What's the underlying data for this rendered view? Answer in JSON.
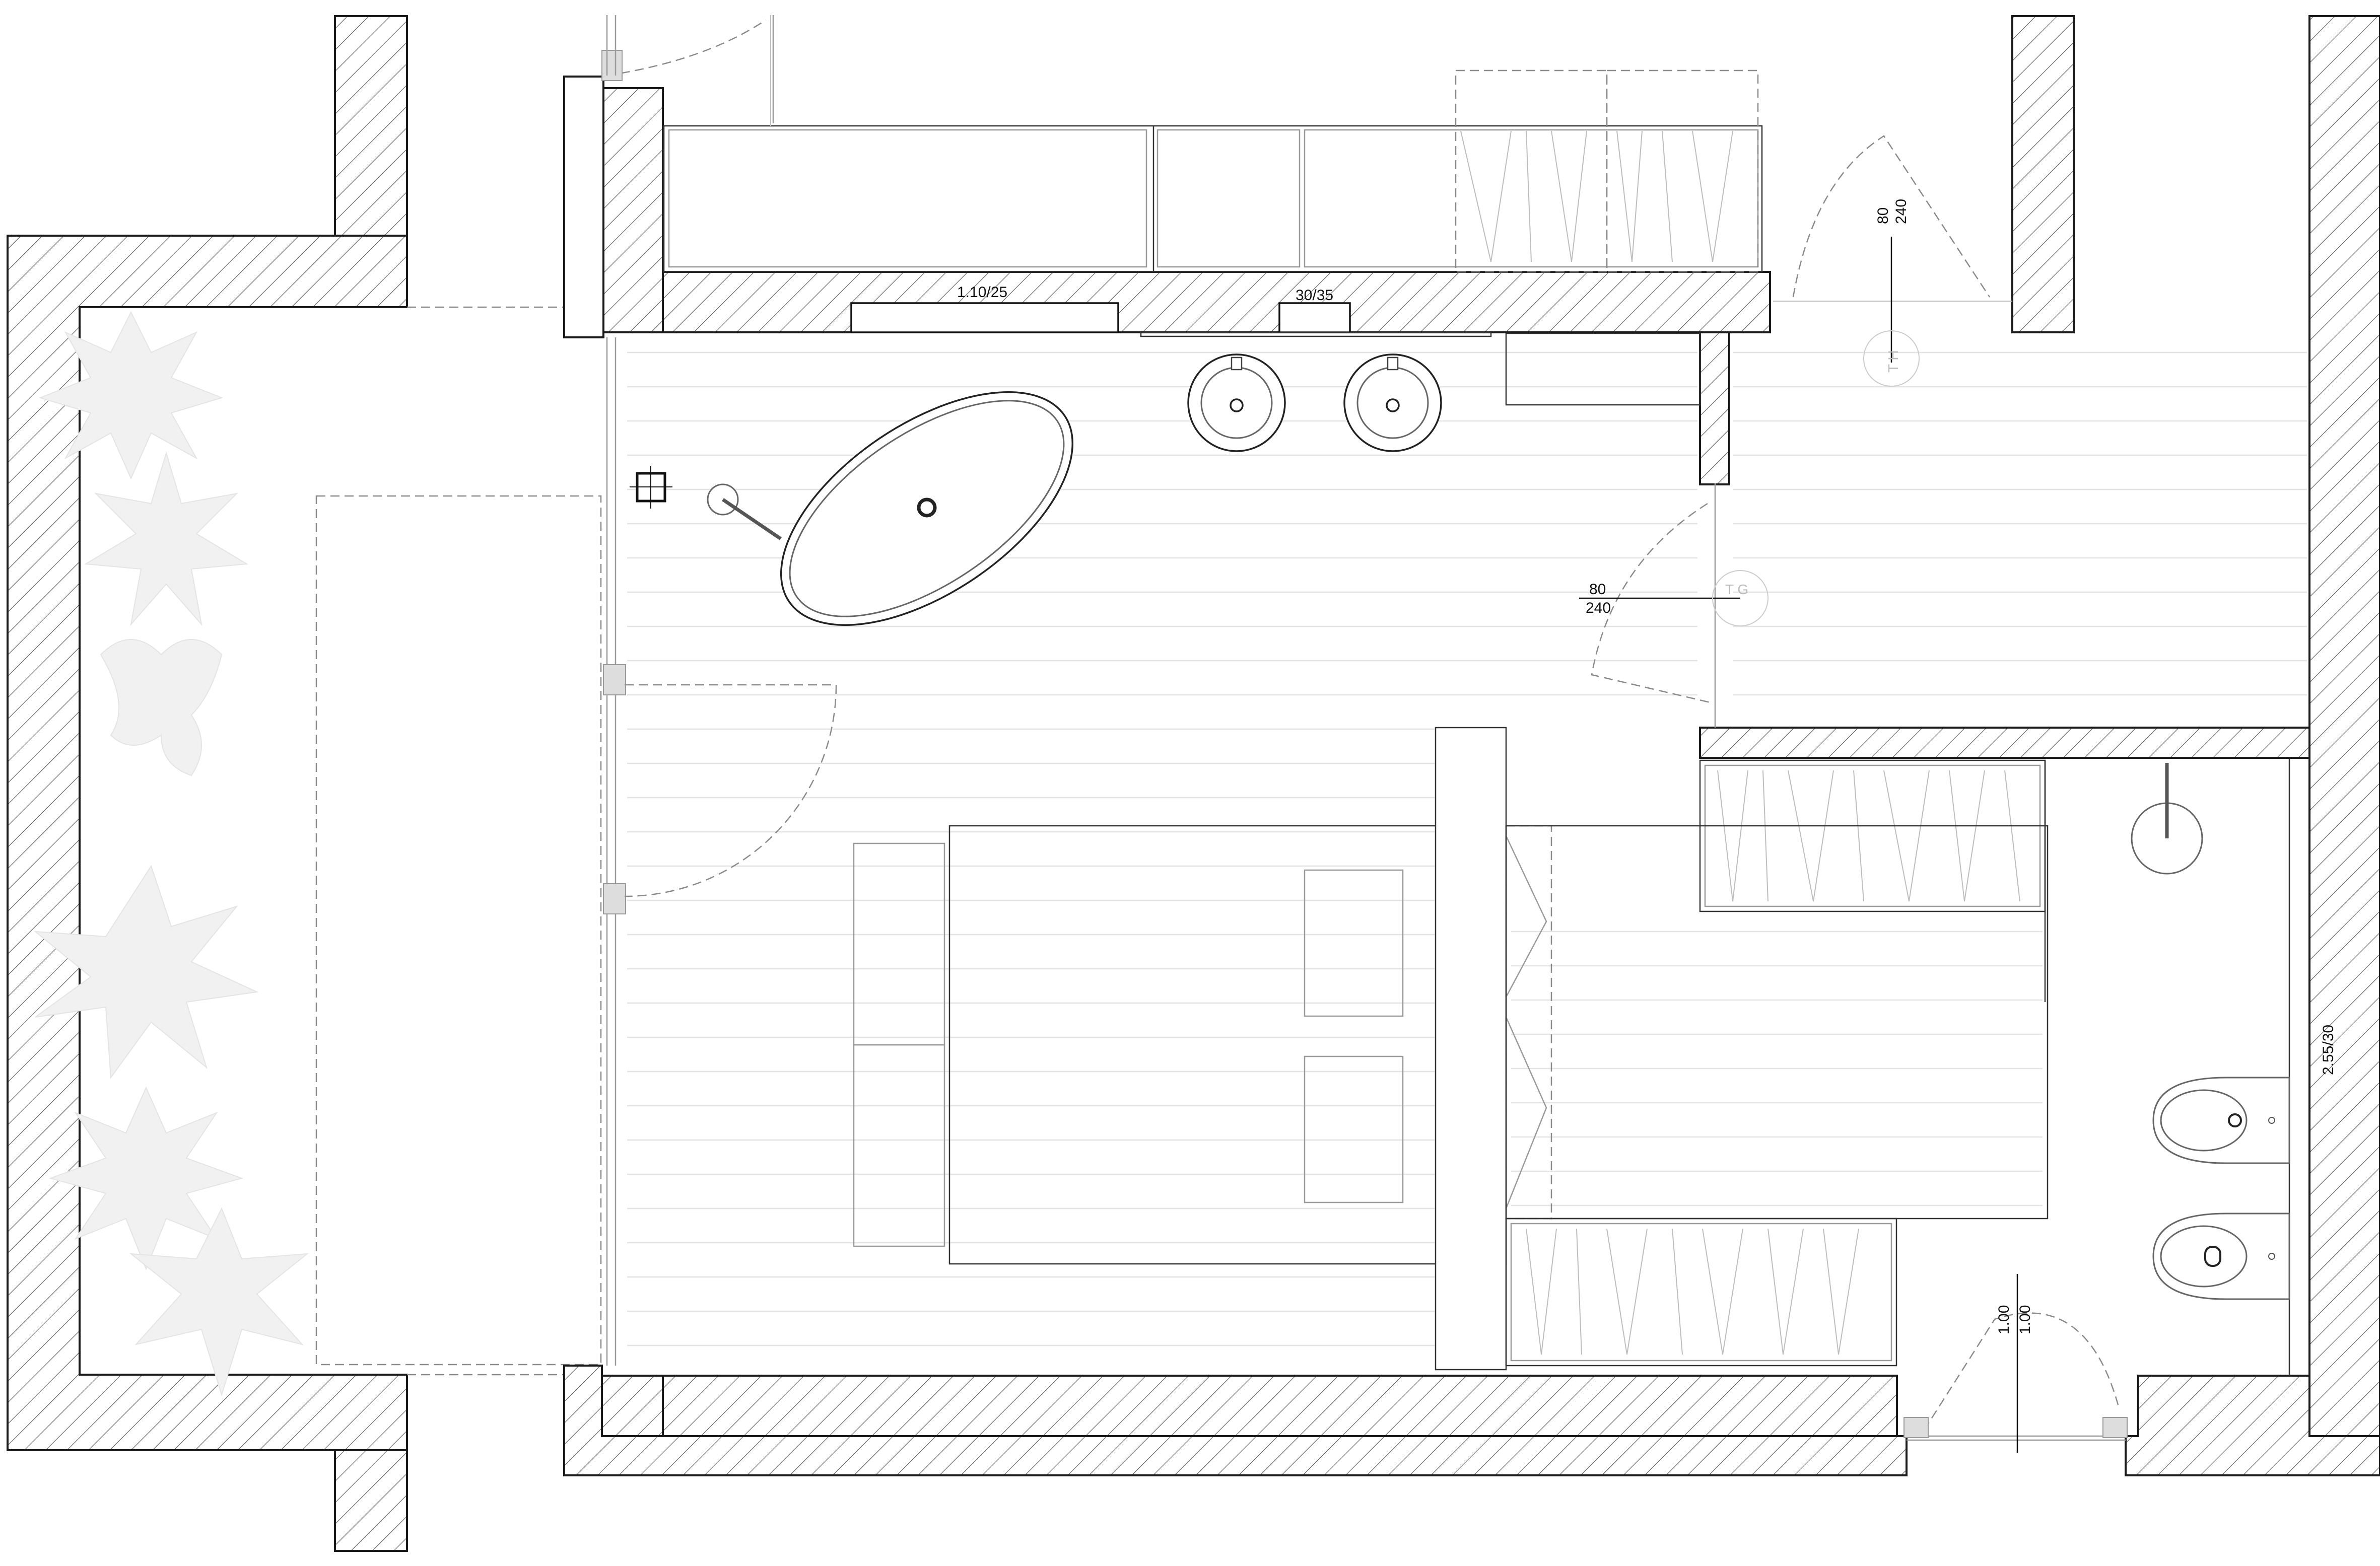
{
  "labels": {
    "niche_wide": "1.10/25",
    "niche_small": "30/35",
    "door_top_width": "80",
    "door_top_height": "240",
    "door_mid_width": "80",
    "door_mid_height": "240",
    "door_bottom_a": "1.00",
    "door_bottom_b": "1.00",
    "wall_dim": "2.55/30",
    "mark_th": "T H",
    "mark_tg": "T G"
  }
}
